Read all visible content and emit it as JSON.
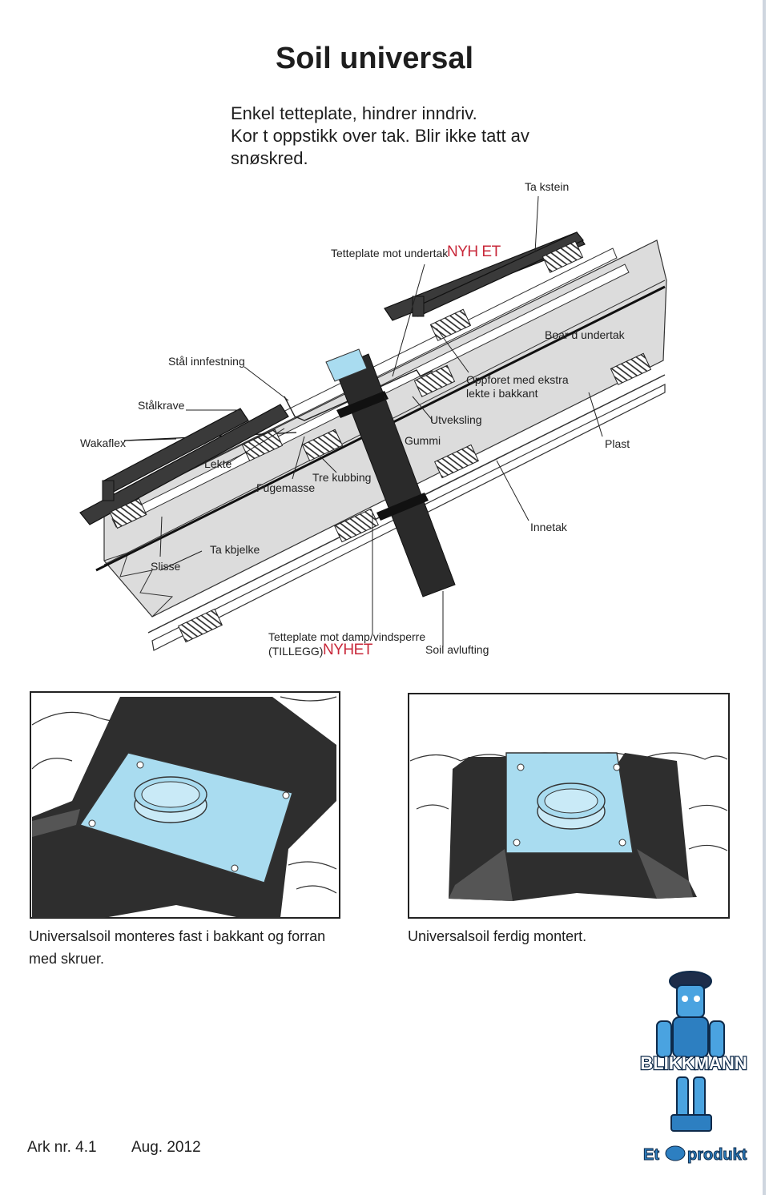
{
  "title": "Soil universal",
  "intro": {
    "line1": "Enkel tetteplate, hindrer inndriv.",
    "line2": "Kor t oppstikk over tak. Blir ikke tatt av",
    "line3": "snøskred."
  },
  "labels": {
    "takstein": "Ta kstein",
    "tetteplate_undertak": "Tetteplate mot undertak",
    "nyhet_top": "NYH ET",
    "board_undertak": "Boar d undertak",
    "stal_innfestning": "Stål innfestning",
    "oppforet_line1": "Oppforet med ekstra",
    "oppforet_line2": "lekte i bakkant",
    "stalkrave": "Stålkrave",
    "utveksling": "Utveksling",
    "wakaflex": "Wakaflex",
    "gummi": "Gummi",
    "plast": "Plast",
    "lekte": "Lekte",
    "tre_kubbing": "Tre kubbing",
    "fugemasse": "Fugemasse",
    "innetak": "Innetak",
    "takbjelke": "Ta kbjelke",
    "slisse": "Slisse",
    "tetteplate_damp": "Tetteplate mot damp/vindsperre",
    "tillegg": "(TILLEGG)",
    "nyhet_bottom": "NYHET",
    "soil_avlufting": "Soil avlufting"
  },
  "captions": {
    "left_line1": "Universalsoil monteres fast i bakkant og forran",
    "left_line2": "med skruer.",
    "right": "Universalsoil ferdig montert."
  },
  "footer": {
    "ark": "Ark nr. 4.1",
    "date": "Aug. 2012"
  },
  "brand": {
    "name": "BLIKKMANN",
    "tagline_et": "Et",
    "tagline_produkt": "produkt"
  },
  "colors": {
    "plate_blue": "#a9dcf0",
    "membrane_black": "#2e2e2e",
    "insulation_gray": "#dcdcdc",
    "accent_red": "#c8283a",
    "brand_blue": "#2d7fc1"
  }
}
